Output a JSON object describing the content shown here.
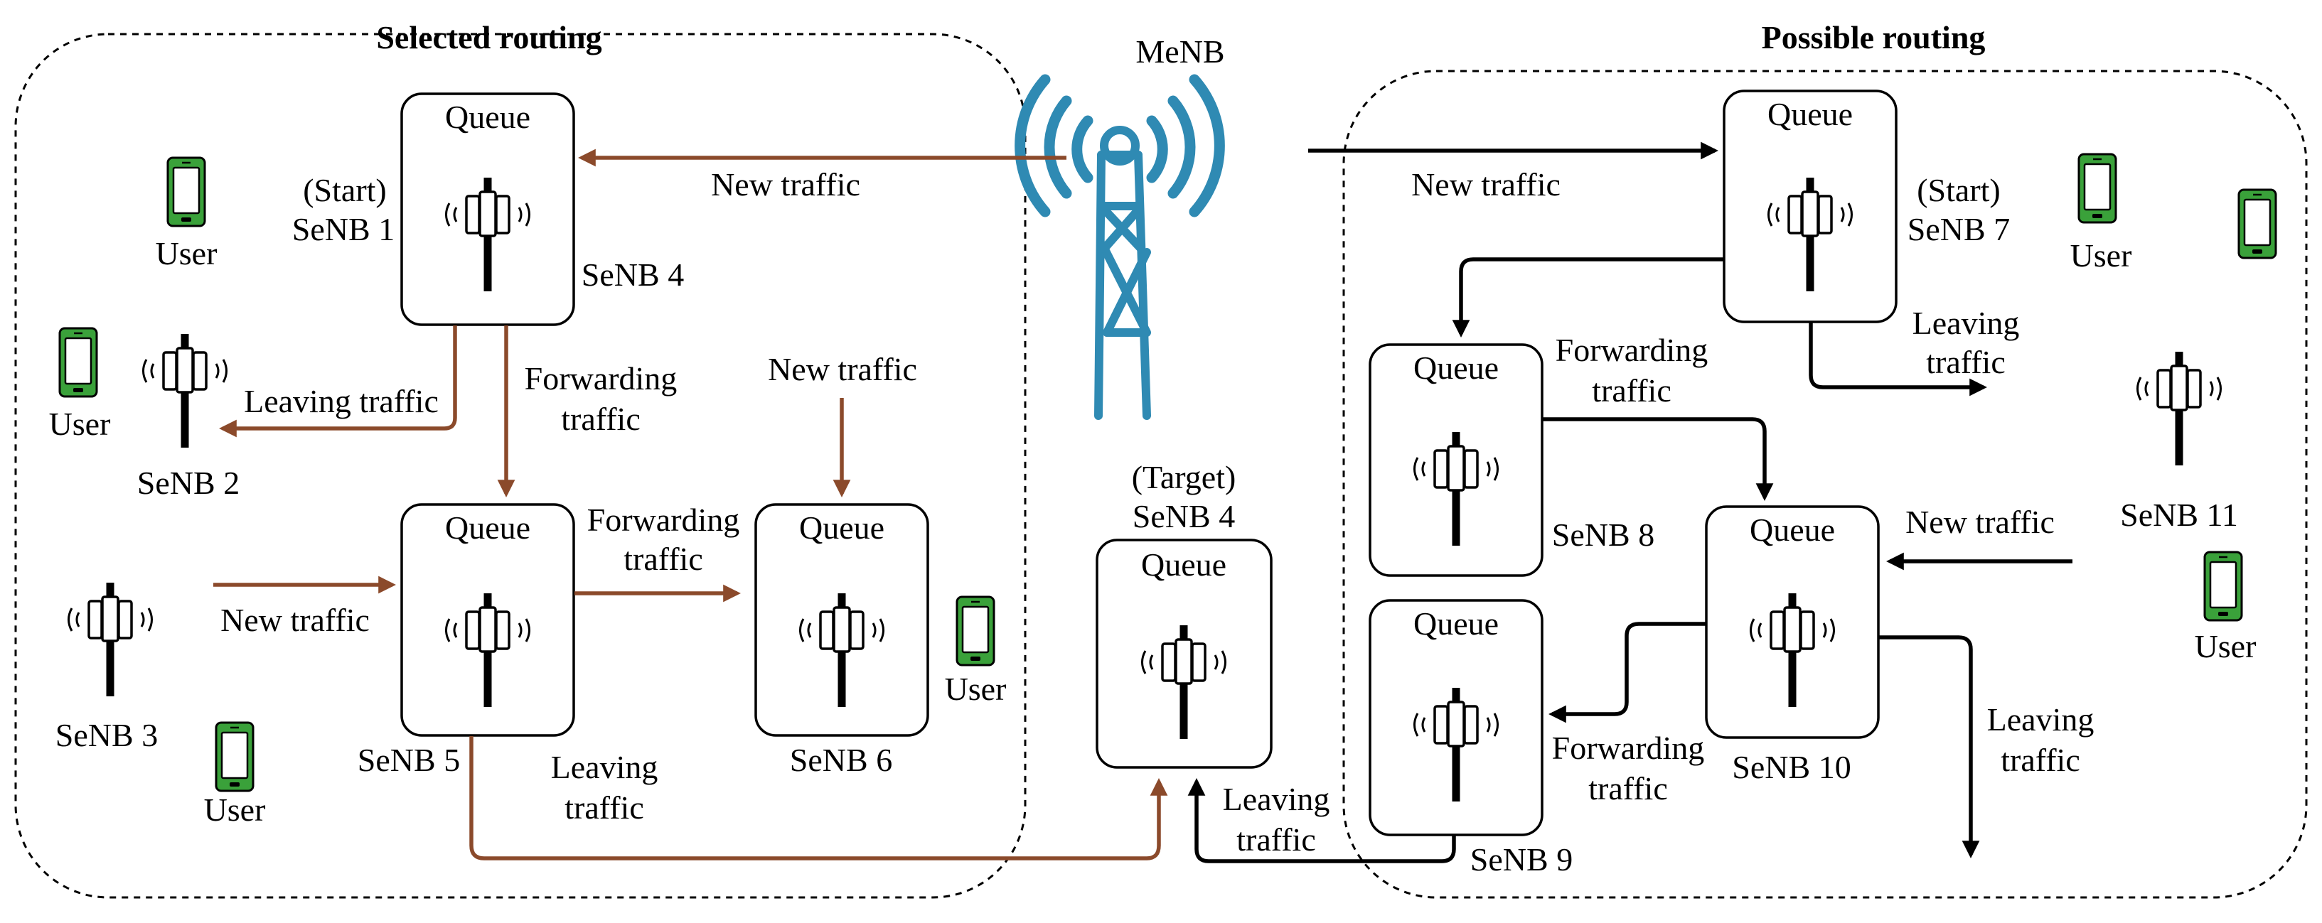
{
  "regions": {
    "selected_title": "Selected routing",
    "possible_title": "Possible routing"
  },
  "menb_label": "MeNB",
  "queue_label": "Queue",
  "user_label": "User",
  "nodes": {
    "senb1_prefix": "(Start)",
    "senb1": "SeNB 1",
    "senb2": "SeNB 2",
    "senb3": "SeNB 3",
    "senb4_left": "SeNB 4",
    "senb4_prefix": "(Target)",
    "senb4": "SeNB 4",
    "senb5": "SeNB 5",
    "senb6": "SeNB 6",
    "senb7_prefix": "(Start)",
    "senb7": "SeNB 7",
    "senb8": "SeNB 8",
    "senb9": "SeNB 9",
    "senb10": "SeNB 10",
    "senb11": "SeNB 11"
  },
  "labels": {
    "new_traffic": "New traffic",
    "leaving_traffic": "Leaving traffic",
    "forwarding": "Forwarding",
    "leaving": "Leaving",
    "traffic": "traffic"
  },
  "colors": {
    "selected_arrow": "#8b4a2b",
    "possible_arrow": "#000000",
    "tower": "#2f8ab3",
    "phone": "#3aa13a"
  },
  "icons": {
    "base_station": "small-cell-antenna-icon",
    "macro": "cell-tower-icon",
    "user": "smartphone-icon"
  }
}
